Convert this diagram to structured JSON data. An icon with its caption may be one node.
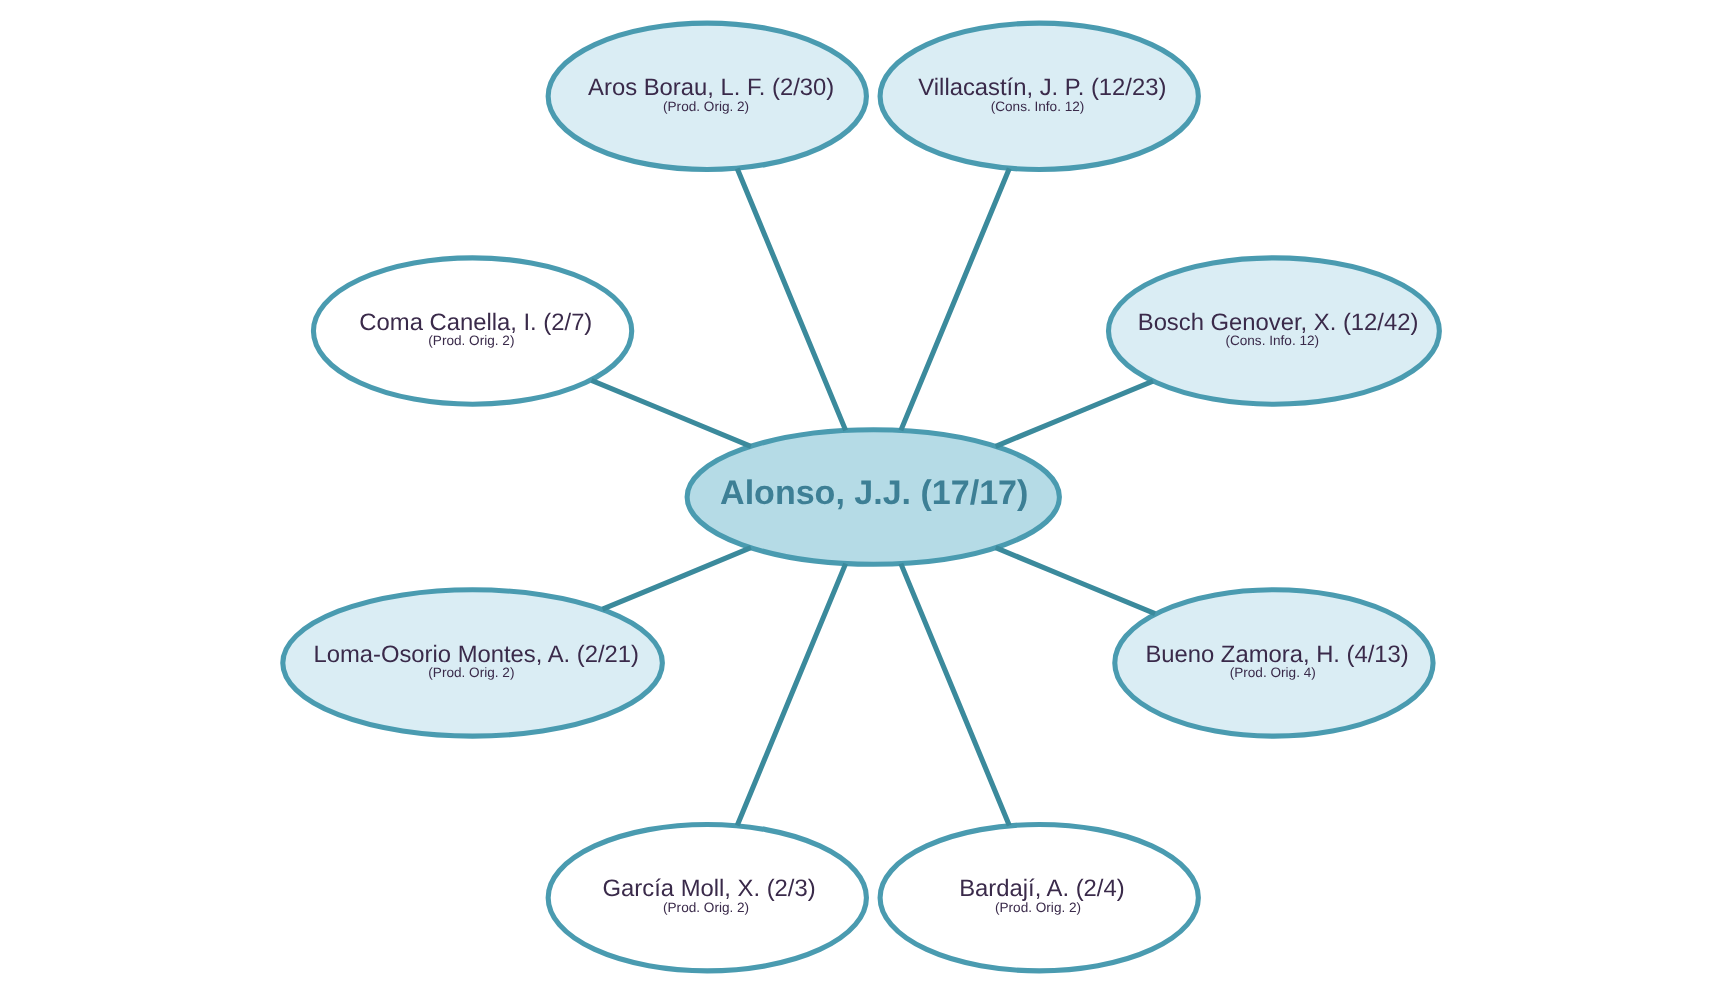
{
  "diagram": {
    "nodes": [
      {
        "text": [
          "Bosch Genover, X. (12/42)",
          "(Cons. Info. 12)"
        ]
      },
      {
        "text": [
          "Bueno Zamora, H. (4/13)",
          "(Prod. Orig. 4)"
        ]
      },
      {
        "text": [
          "Villacastín, J. P. (12/23)",
          "(Cons. Info. 12)"
        ]
      },
      {
        "text": [
          "Bardají, A. (2/4)",
          "(Prod. Orig. 2)"
        ]
      },
      {
        "text": [
          "Alonso, J.J. (17/17)"
        ]
      },
      {
        "text": [
          "Aros Borau, L. F. (2/30)",
          "(Prod. Orig. 2)"
        ]
      },
      {
        "text": [
          "García Moll, X. (2/3)",
          "(Prod. Orig. 2)"
        ]
      },
      {
        "text": [
          "Coma Canella, I. (2/7)",
          "(Prod. Orig. 2)"
        ]
      },
      {
        "text": [
          "Loma-Osorio Montes, A. (2/21)",
          "(Prod. Orig. 2)"
        ]
      }
    ],
    "edges": [
      {
        "from": 4,
        "to": 0,
        "arrow": "none"
      },
      {
        "from": 4,
        "to": 2,
        "arrow": "none"
      },
      {
        "from": 4,
        "to": 5,
        "arrow": "none"
      },
      {
        "from": 4,
        "to": 7,
        "arrow": "none"
      },
      {
        "from": 4,
        "to": 8,
        "arrow": "none"
      },
      {
        "from": 4,
        "to": 6,
        "arrow": "none"
      },
      {
        "from": 4,
        "to": 3,
        "arrow": "none"
      },
      {
        "from": 4,
        "to": 1,
        "arrow": "none"
      }
    ]
  }
}
